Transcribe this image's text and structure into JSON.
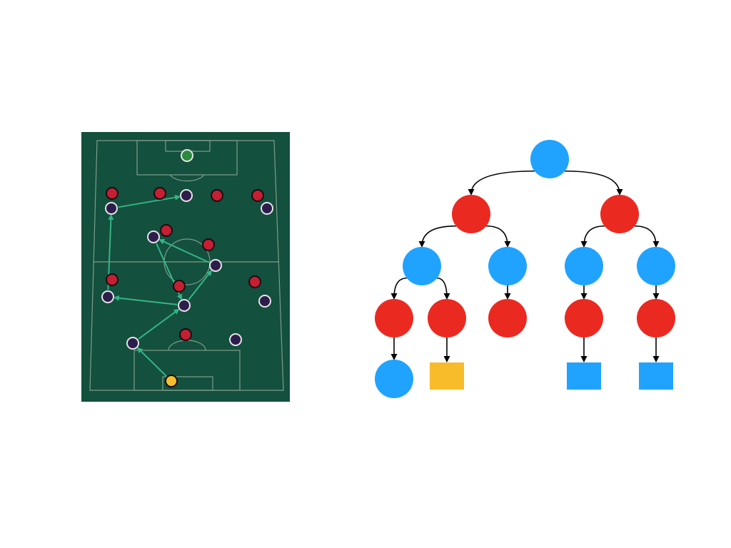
{
  "colors": {
    "pitch": "#13503d",
    "pitch_lines": "#7f9b8d",
    "pass_arrow": "#34b487",
    "team_red": "#c41f32",
    "team_purple": "#2d1d4c",
    "goalkeeper_top": "#2b8a3b",
    "goalkeeper_bottom": "#f5c02b",
    "tree_blue": "#1fa3ff",
    "tree_red": "#ea2a21",
    "tree_yellow": "#f8bb2a",
    "edge": "#000000"
  },
  "icons": {
    "player": "circle-marker",
    "tree_node": "circle",
    "tree_leaf": "square"
  }
}
